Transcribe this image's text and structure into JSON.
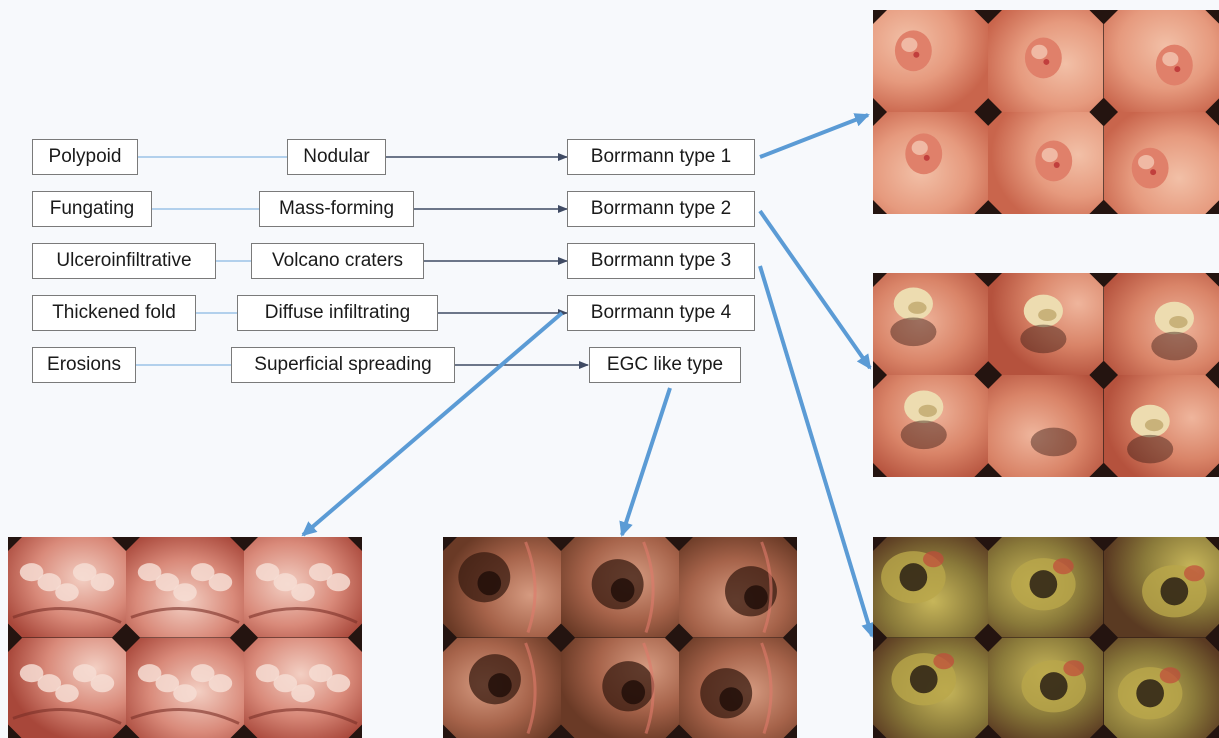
{
  "diagram": {
    "rows": [
      {
        "left": "Polypoid",
        "middle": "Nodular",
        "right": "Borrmann type 1"
      },
      {
        "left": "Fungating",
        "middle": "Mass-forming",
        "right": "Borrmann type 2"
      },
      {
        "left": "Ulceroinfiltrative",
        "middle": "Volcano craters",
        "right": "Borrmann type 3"
      },
      {
        "left": "Thickened fold",
        "middle": "Diffuse infiltrating",
        "right": "Borrmann type 4"
      },
      {
        "left": "Erosions",
        "middle": "Superficial spreading",
        "right": "EGC like type"
      }
    ]
  },
  "colors": {
    "background": "#f7f9fc",
    "box_border": "#7a7a7a",
    "left_connector": "#9cc3e6",
    "middle_connector": "#3f4a63",
    "image_arrow": "#5b9bd5"
  },
  "image_panels": [
    {
      "id": "panel-type-1",
      "tiles": 6,
      "icon": "endoscopy-image",
      "palette": [
        "#c9654c",
        "#e69a7e",
        "#f2c0a7"
      ],
      "lesion": "polyp"
    },
    {
      "id": "panel-type-2",
      "tiles": 6,
      "icon": "endoscopy-image",
      "palette": [
        "#b5523d",
        "#d98468",
        "#efb59c"
      ],
      "lesion": "fungating"
    },
    {
      "id": "panel-type-3",
      "tiles": 6,
      "icon": "endoscopy-image",
      "palette": [
        "#5a3a22",
        "#8a7a3a",
        "#c7b65a"
      ],
      "lesion": "crater"
    },
    {
      "id": "panel-type-4",
      "tiles": 6,
      "icon": "endoscopy-image",
      "palette": [
        "#a8473a",
        "#d98a7a",
        "#f3cfc3"
      ],
      "lesion": "nodular-folds"
    },
    {
      "id": "panel-egc",
      "tiles": 6,
      "icon": "endoscopy-image",
      "palette": [
        "#6a3a26",
        "#a6634a",
        "#d59a80"
      ],
      "lesion": "lumen"
    }
  ]
}
